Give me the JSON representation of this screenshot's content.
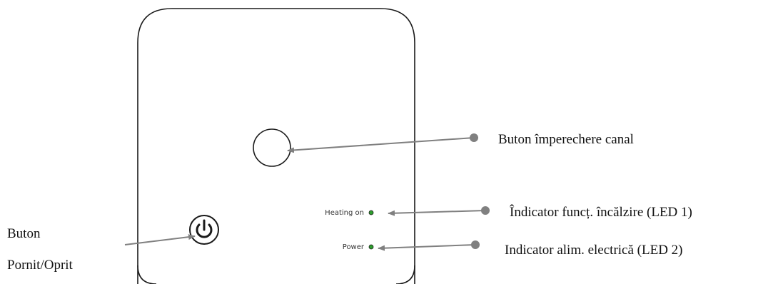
{
  "device": {
    "heating_label": "Heating on",
    "power_label": "Power"
  },
  "callouts": {
    "pairing_button": "Buton împerechere canal",
    "heating_led": "Îndicator funcț. încălzire (LED 1)",
    "power_led": "Indicator alim. electrică (LED 2)",
    "power_button_line1": "Buton",
    "power_button_line2": "Pornit/Oprit"
  },
  "colors": {
    "outline": "#1a1a1a",
    "arrow": "#808080",
    "led": "#2e9e2e"
  },
  "icons": {
    "power_button": "power-icon"
  }
}
